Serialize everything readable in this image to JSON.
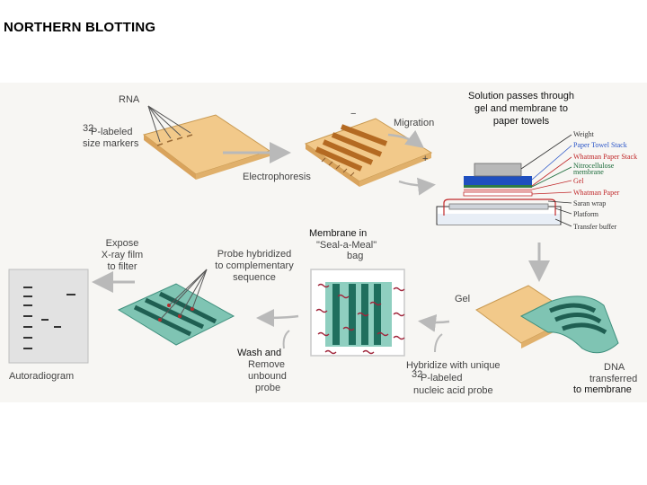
{
  "title": "NORTHERN BLOTTING",
  "labels": {
    "rna": "RNA",
    "p32_sup": "32",
    "size_markers_1": "P-labeled",
    "size_markers_2": "size markers",
    "electrophoresis": "Electrophoresis",
    "migration": "Migration",
    "minus": "−",
    "plus": "+",
    "solution_1": "Solution passes through",
    "solution_2": "gel and membrane to",
    "solution_3": "paper towels",
    "membrane_1": "Membrane in",
    "membrane_2": "\"Seal-a-Meal\"",
    "membrane_3": "bag",
    "expose_1": "Expose",
    "expose_2": "X-ray film",
    "expose_3": "to filter",
    "probe_1": "Probe hybridized",
    "probe_2": "to complementary",
    "probe_3": "sequence",
    "wash_1": "Wash and",
    "wash_2": "Remove",
    "wash_3": "unbound",
    "wash_4": "probe",
    "autoradiogram": "Autoradiogram",
    "gel": "Gel",
    "hybridize_1": "Hybridize with unique",
    "hybridize_2": "P-labeled",
    "hybridize_3": "nucleic acid probe",
    "dna_1": "DNA",
    "dna_2": "transferred",
    "dna_3": "to membrane"
  },
  "legend": [
    {
      "text": "Weight",
      "color": "#333333"
    },
    {
      "text": "Paper Towel Stack",
      "color": "#2a55c8"
    },
    {
      "text": "Whatman Paper Stack",
      "color": "#c0282a"
    },
    {
      "text": "Nitrocellulose",
      "color": "#1b6b3a"
    },
    {
      "text": "membrane",
      "color": "#1b6b3a"
    },
    {
      "text": "Gel",
      "color": "#c0282a"
    },
    {
      "text": "Whatman Paper",
      "color": "#c0282a"
    },
    {
      "text": "Saran wrap",
      "color": "#333333"
    },
    {
      "text": "Platform",
      "color": "#333333"
    },
    {
      "text": "Transfer buffer",
      "color": "#333333"
    }
  ]
}
